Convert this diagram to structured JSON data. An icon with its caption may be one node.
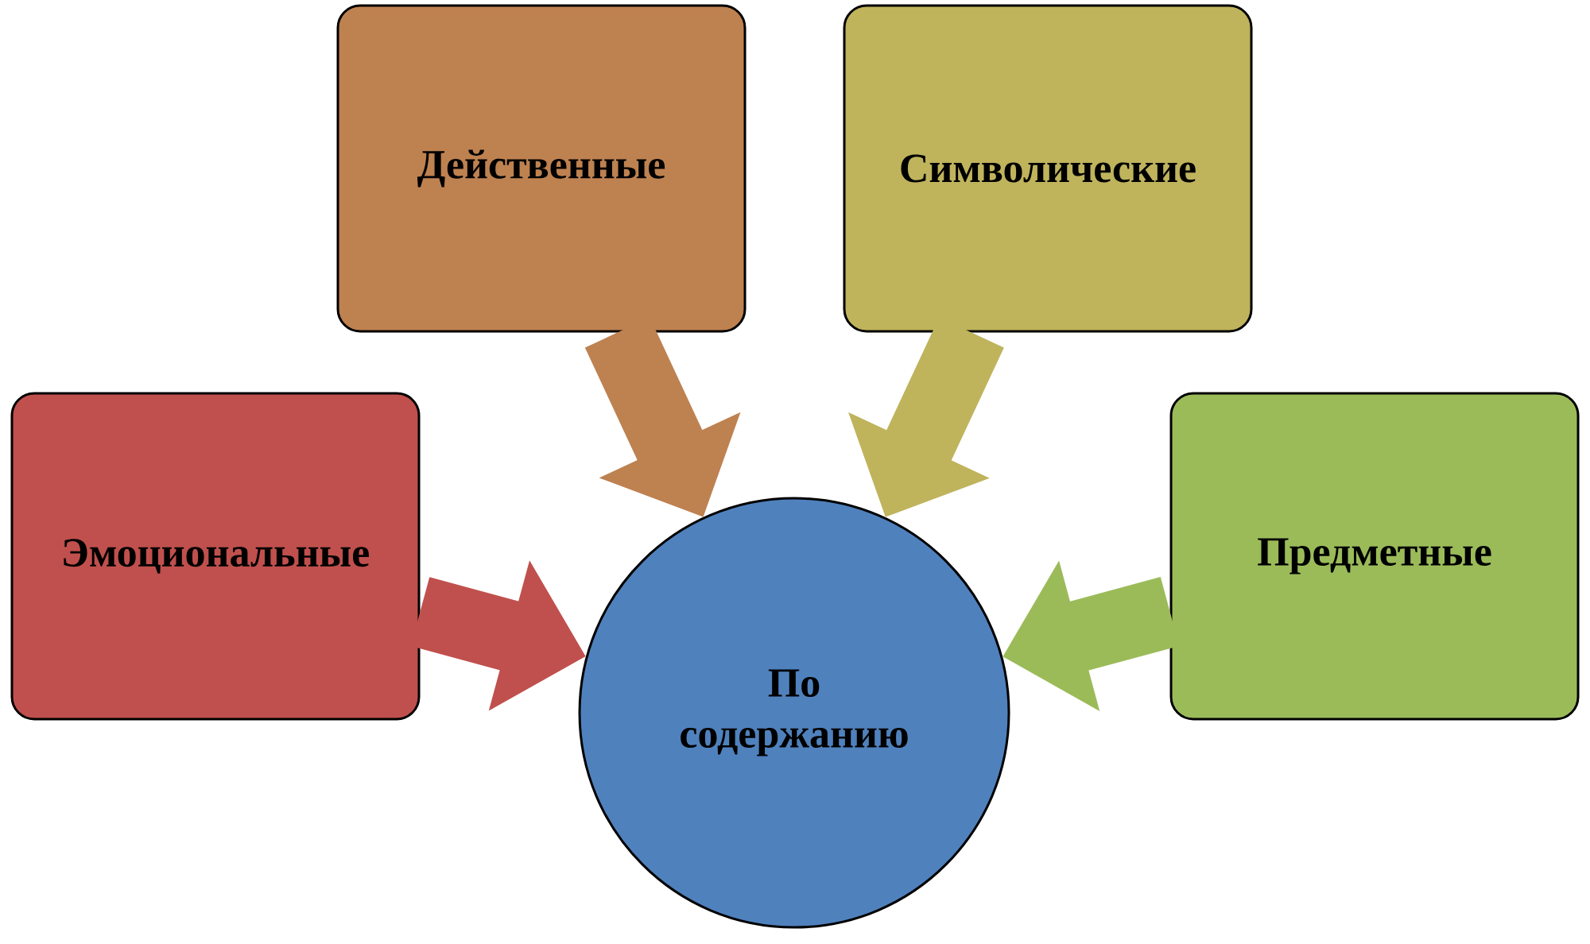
{
  "diagram": {
    "nodes": [
      {
        "text": [
          "Действенные"
        ]
      },
      {
        "text": [
          "Символические"
        ]
      },
      {
        "text": [
          "Эмоциональные"
        ]
      },
      {
        "text": [
          "Предметные"
        ]
      },
      {
        "text": [
          "По содержанию"
        ]
      }
    ],
    "edges": [
      {
        "from": 0,
        "to": 4,
        "arrow": "to",
        "color": "#be8150"
      },
      {
        "from": 1,
        "to": 4,
        "arrow": "to",
        "color": "#bfb35c"
      },
      {
        "from": 2,
        "to": 4,
        "arrow": "to",
        "color": "#c0504d"
      },
      {
        "from": 3,
        "to": 4,
        "arrow": "to",
        "color": "#9bbb59"
      }
    ]
  }
}
